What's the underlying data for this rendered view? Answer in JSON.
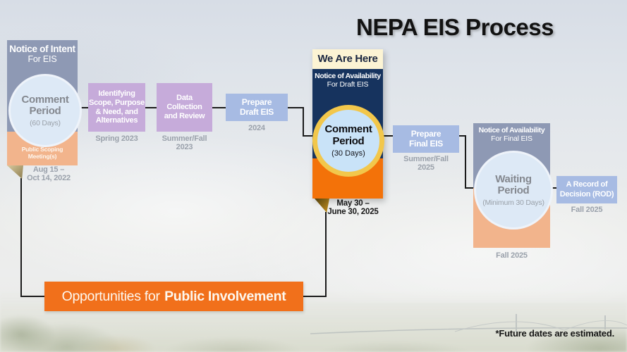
{
  "title": "NEPA EIS Process",
  "footnote": "*Future dates are estimated.",
  "banner": {
    "regular": "Opportunities for",
    "bold": "Public Involvement"
  },
  "flow": {
    "notice_of_intent": {
      "header": [
        "Notice of Intent",
        "For EIS"
      ],
      "circle": {
        "title": "Comment Period",
        "subtitle": "(60 Days)"
      },
      "strip": "Public Scoping Meeting(s)",
      "date": [
        "Aug 15 –",
        "Oct 14, 2022"
      ]
    },
    "identifying": {
      "label": [
        "Identifying",
        "Scope, Purpose",
        "& Need, and",
        "Alternatives"
      ],
      "date": [
        "Spring 2023"
      ]
    },
    "data_collection": {
      "label": [
        "Data",
        "Collection",
        "and Review"
      ],
      "date": [
        "Summer/Fall",
        "2023"
      ]
    },
    "prepare_draft": {
      "label": [
        "Prepare",
        "Draft EIS"
      ],
      "date": [
        "2024"
      ]
    },
    "we_are_here": {
      "banner": "We Are Here",
      "header": [
        "Notice of Availability",
        "For Draft EIS"
      ],
      "circle": {
        "title": "Comment Period",
        "subtitle": "(30 Days)"
      },
      "date": [
        "May 30 –",
        "June 30, 2025"
      ]
    },
    "prepare_final": {
      "label": [
        "Prepare",
        "Final EIS"
      ],
      "date": [
        "Summer/Fall",
        "2025"
      ]
    },
    "noa_final": {
      "header": [
        "Notice of Availability",
        "For Final EIS"
      ],
      "circle": {
        "title": "Waiting Period",
        "subtitle": "(Minimum 30 Days)"
      },
      "date": [
        "Fall 2025"
      ]
    },
    "record_of_decision": {
      "label": [
        "A Record of",
        "Decision (ROD)"
      ],
      "date": [
        "Fall 2025"
      ]
    }
  },
  "colors": {
    "accent_orange": "#f1701b",
    "vivid_orange": "#f37209",
    "navy": "#16335e",
    "slate_blue": "#8e99b4",
    "purple": "#c6abda",
    "periwinkle": "#a7bbe3",
    "peach": "#f2b48c",
    "gold_ring": "#f2c74b",
    "cream": "#fcf4d4",
    "circle_blue": "#dde9f6"
  }
}
